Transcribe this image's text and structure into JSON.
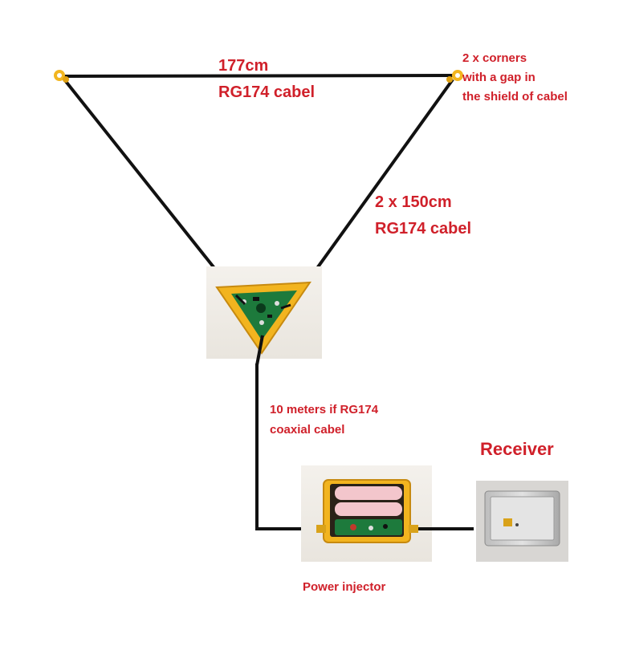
{
  "labels": {
    "top_len": "177cm",
    "top_cable": "RG174 cabel",
    "corner_line1": "2 x corners",
    "corner_line2": "with a gap in",
    "corner_line3": "the shield of cabel",
    "side_len": "2 x 150cm",
    "side_cable": "RG174 cabel",
    "feed_line1": "10 meters if RG174",
    "feed_line2": "coaxial cabel",
    "receiver": "Receiver",
    "injector": "Power injector"
  },
  "colors": {
    "label_red": "#d0202a",
    "cable_black": "#111111",
    "corner_ring": "#f2b51f",
    "enclosure_yellow": "#f2b41f",
    "pcb_green": "#1d7a3c",
    "battery_pink": "#f3c6cc",
    "receiver_silver": "#c9c9c9"
  }
}
